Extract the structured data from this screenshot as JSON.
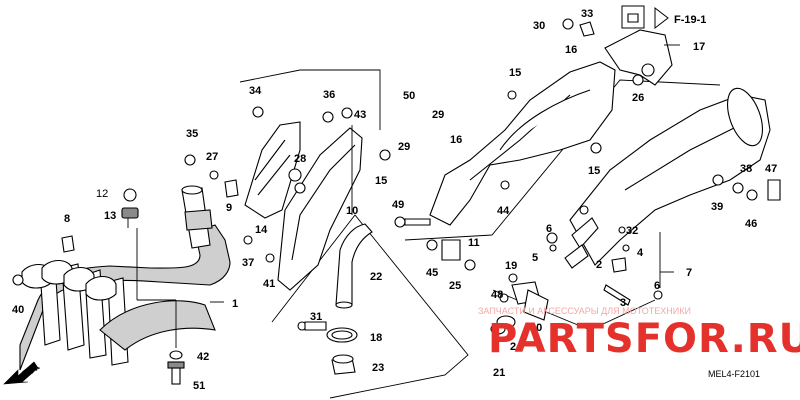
{
  "diagram": {
    "reference": "F-19-1",
    "code": "MEL4-F2101",
    "direction_label": "FR.",
    "watermark": {
      "brand": "PARTSFOR.RU",
      "tagline": "ЗАПЧАСТИ И АКСЕССУАРЫ ДЛЯ МОТОТЕХНИКИ"
    },
    "callouts": [
      "1",
      "2",
      "3",
      "4",
      "5",
      "6",
      "6",
      "7",
      "8",
      "9",
      "10",
      "11",
      "12",
      "13",
      "14",
      "15",
      "15",
      "15",
      "16",
      "16",
      "17",
      "18",
      "19",
      "20",
      "21",
      "22",
      "23",
      "24",
      "25",
      "26",
      "27",
      "28",
      "29",
      "29",
      "30",
      "31",
      "32",
      "33",
      "34",
      "35",
      "36",
      "37",
      "38",
      "39",
      "40",
      "41",
      "42",
      "43",
      "44",
      "45",
      "46",
      "47",
      "48",
      "49",
      "50",
      "51"
    ]
  }
}
